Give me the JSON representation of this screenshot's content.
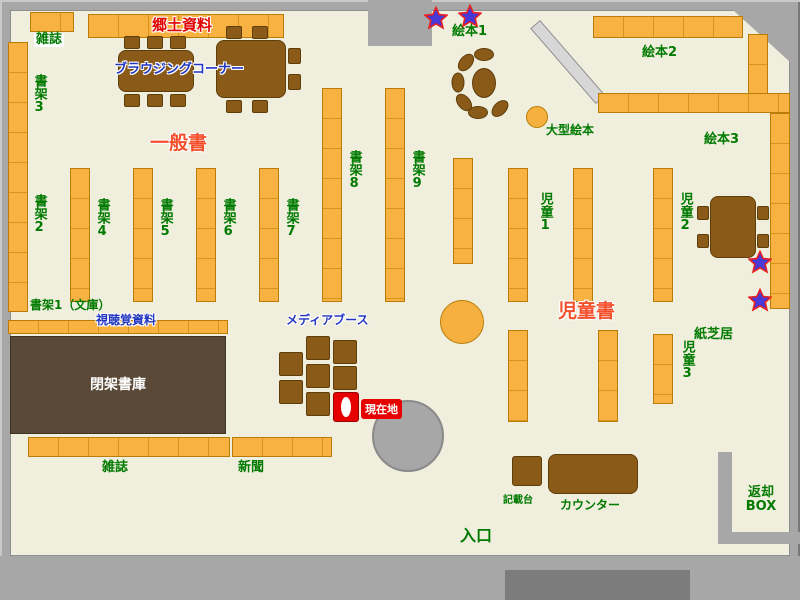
{
  "map": {
    "sections": {
      "local_history": "郷土資料",
      "general_books": "一般書",
      "children_books": "児童書"
    },
    "labels": {
      "magazines_top": "雑誌",
      "shelf3": "書架3",
      "shelf2": "書架2",
      "shelf1_bunko": "書架1（文庫）",
      "audio_visual": "視聴覚資料",
      "closed_stacks": "閉架書庫",
      "magazines_bottom": "雑誌",
      "newspapers": "新聞",
      "browsing_corner": "ブラウジングコーナー",
      "shelf4": "書架4",
      "shelf5": "書架5",
      "shelf6": "書架6",
      "shelf7": "書架7",
      "shelf8": "書架8",
      "shelf9": "書架9",
      "media_booth": "メディアブース",
      "current_location": "現在地",
      "children1": "児童1",
      "children2": "児童2",
      "children3": "児童3",
      "picture_books1": "絵本1",
      "picture_books2": "絵本2",
      "picture_books3": "絵本3",
      "large_picture_books": "大型絵本",
      "kamishibai": "紙芝居",
      "counter": "カウンター",
      "form_desk": "記載台",
      "return_box": "返却\nBOX",
      "entrance": "入口"
    },
    "icons": {
      "star": "★"
    },
    "colors": {
      "floor": "#f0eedd",
      "wall": "#a7a7a7",
      "shelf_orange": "#f7b242",
      "table_brown": "#8a5a19",
      "closed_stacks_brown": "#5a4936",
      "label_green": "#007a00",
      "label_blue": "#2236c0",
      "label_red": "#e00000",
      "section_red": "#f4502c",
      "current_red": "#e60000",
      "star_fill": "#4838d8",
      "star_stroke": "#e82020"
    }
  }
}
